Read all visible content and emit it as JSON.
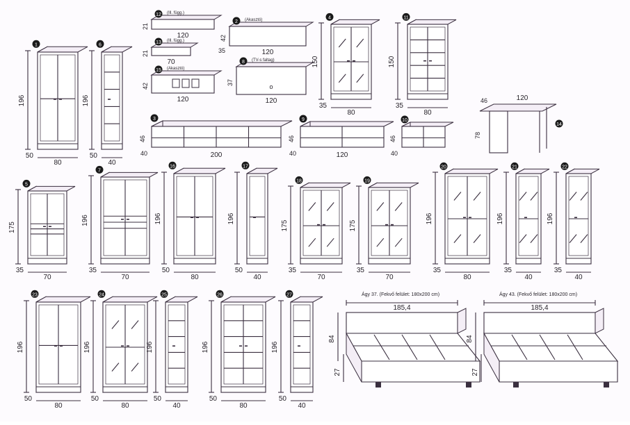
{
  "colors": {
    "line": "#3a2f3f",
    "furniture_fill": "#e8dcec",
    "marker": "#1a1a1a",
    "background": "#fdfbfe"
  },
  "icon": {
    "badge": "filled-circle-marker"
  },
  "items": [
    {
      "num": "1",
      "h": "196",
      "w": "80",
      "d": "50"
    },
    {
      "num": "6",
      "h": "196",
      "w": "40",
      "d": "50"
    },
    {
      "num": "12",
      "note": "(Ill. függ.)",
      "w": "120",
      "h": "21"
    },
    {
      "num": "13",
      "note": "(Ill. függ.)",
      "w": "70",
      "h": "21"
    },
    {
      "num": "15",
      "note": "(Akasztó)",
      "w": "120",
      "h": "42"
    },
    {
      "num": "2",
      "note": "(Akasztó)",
      "w": "120",
      "h": "42",
      "d": "35"
    },
    {
      "num": "8",
      "note": "(TV-s faltag)",
      "w": "120",
      "h": "37"
    },
    {
      "num": "4",
      "h": "150",
      "w": "80",
      "d": "35"
    },
    {
      "num": "11",
      "h": "150",
      "w": "80",
      "d": "35"
    },
    {
      "num": "14",
      "w": "120",
      "d": "46",
      "h": "78"
    },
    {
      "num": "3",
      "h": "46",
      "w": "200",
      "d": "40"
    },
    {
      "num": "9",
      "h": "46",
      "w": "120",
      "d": "40"
    },
    {
      "num": "10",
      "h": "46",
      "w": "",
      "d": "40"
    },
    {
      "num": "5",
      "h": "175",
      "w": "70",
      "d": "35"
    },
    {
      "num": "7",
      "h": "196",
      "w": "70",
      "d": "35"
    },
    {
      "num": "16",
      "h": "196",
      "w": "80",
      "d": "50"
    },
    {
      "num": "17",
      "h": "196",
      "w": "40",
      "d": "50"
    },
    {
      "num": "18",
      "h": "175",
      "w": "70",
      "d": "35"
    },
    {
      "num": "19",
      "h": "175",
      "w": "70",
      "d": "35"
    },
    {
      "num": "20",
      "h": "196",
      "w": "80",
      "d": "35"
    },
    {
      "num": "21",
      "h": "196",
      "w": "40",
      "d": "35"
    },
    {
      "num": "22",
      "h": "196",
      "w": "40",
      "d": "35"
    },
    {
      "num": "23",
      "h": "196",
      "w": "80",
      "d": "50"
    },
    {
      "num": "24",
      "h": "196",
      "w": "80",
      "d": "50"
    },
    {
      "num": "25",
      "h": "196",
      "w": "40",
      "d": "50"
    },
    {
      "num": "26",
      "h": "196",
      "w": "80",
      "d": "50"
    },
    {
      "num": "27",
      "h": "196",
      "w": "40",
      "d": "50"
    }
  ],
  "beds": [
    {
      "title": "Ágy 37. (Fekvő felület: 180x200 cm)",
      "w": "185,4",
      "h1": "84",
      "h2": "27"
    },
    {
      "title": "Ágy 43. (Fekvő felület: 180x200 cm)",
      "w": "185,4",
      "h1": "84",
      "h2": "27"
    }
  ]
}
